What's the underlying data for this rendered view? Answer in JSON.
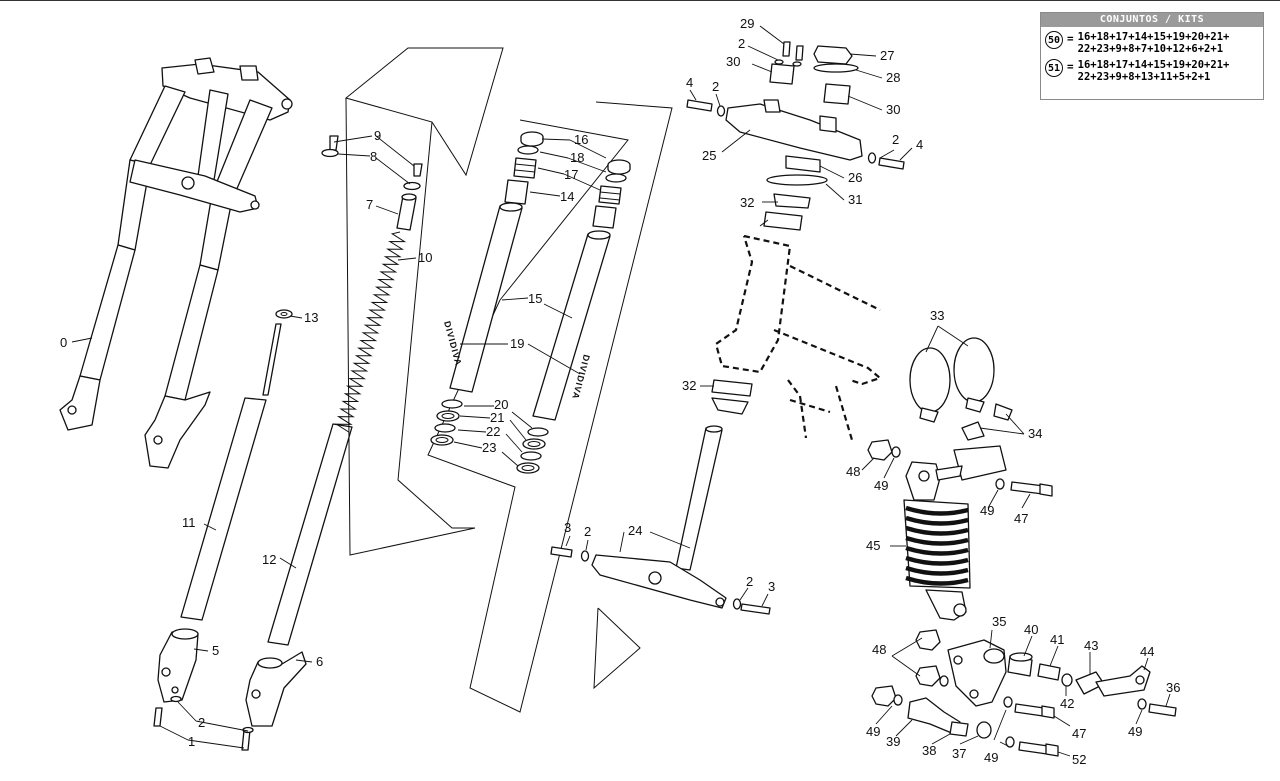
{
  "kits_box": {
    "title": "CONJUNTOS / KITS",
    "rows": [
      {
        "number": "50",
        "equals": "=",
        "line1": "16+18+17+14+15+19+20+21+",
        "line2": "22+23+9+8+7+10+12+6+2+1"
      },
      {
        "number": "51",
        "equals": "=",
        "line1": "16+18+17+14+15+19+20+21+",
        "line2": "22+23+9+8+13+11+5+2+1"
      }
    ]
  },
  "tube_branding": "DIVIDIVA",
  "callouts": {
    "c0": "0",
    "c1": "1",
    "c2a": "2",
    "c2b": "2",
    "c2c": "2",
    "c2d": "2",
    "c2e": "2",
    "c2f": "2",
    "c3a": "3",
    "c3b": "3",
    "c4a": "4",
    "c4b": "4",
    "c5": "5",
    "c6": "6",
    "c7": "7",
    "c8": "8",
    "c9": "9",
    "c10": "10",
    "c11": "11",
    "c12": "12",
    "c13": "13",
    "c14": "14",
    "c15": "15",
    "c16": "16",
    "c17": "17",
    "c18": "18",
    "c19": "19",
    "c20": "20",
    "c21": "21",
    "c22": "22",
    "c23": "23",
    "c24": "24",
    "c25": "25",
    "c26": "26",
    "c27": "27",
    "c28": "28",
    "c29": "29",
    "c30a": "30",
    "c30b": "30",
    "c31": "31",
    "c32a": "32",
    "c32b": "32",
    "c33": "33",
    "c34": "34",
    "c35": "35",
    "c36": "36",
    "c37": "37",
    "c38": "38",
    "c39": "39",
    "c40": "40",
    "c41": "41",
    "c42": "42",
    "c43": "43",
    "c44": "44",
    "c45": "45",
    "c47a": "47",
    "c47b": "47",
    "c48a": "48",
    "c48b": "48",
    "c49a": "49",
    "c49b": "49",
    "c49c": "49",
    "c49d": "49",
    "c49e": "49",
    "c52": "52"
  }
}
